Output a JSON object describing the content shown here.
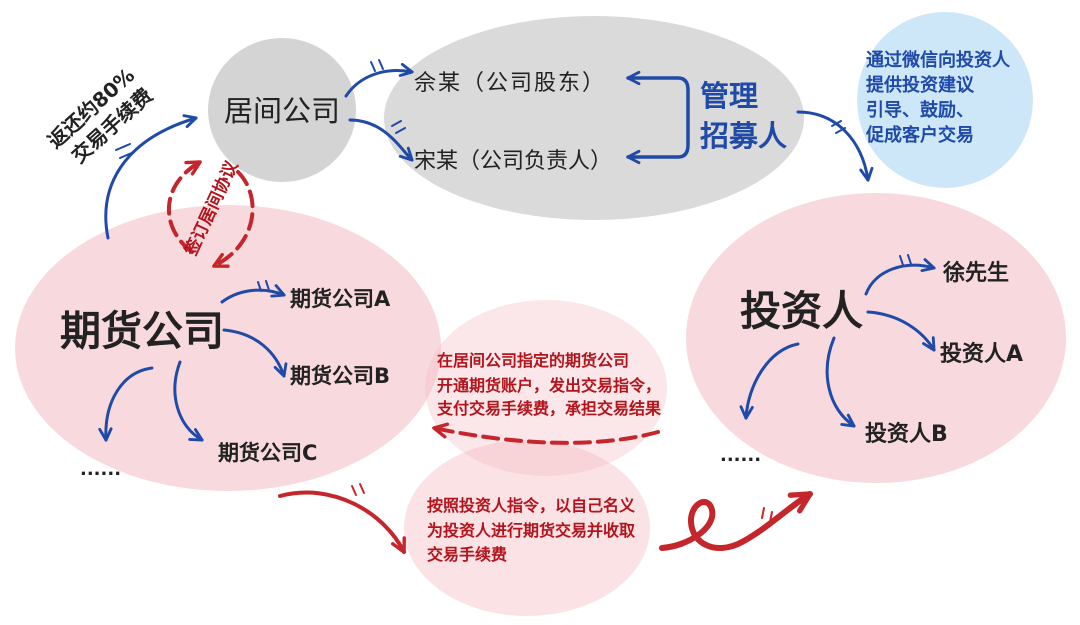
{
  "diagram": {
    "intermediary": {
      "label": "居间公司"
    },
    "principals": {
      "shareholder": "佘某（公司股东）",
      "manager": "宋某（公司负责人）",
      "role": [
        "管理",
        "招募人"
      ]
    },
    "wechat_guidance": [
      "通过微信向投资人",
      "提供投资建议",
      "引导、鼓励、",
      "促成客户交易"
    ],
    "investors": {
      "label": "投资人",
      "members": [
        "徐先生",
        "投资人A",
        "投资人B",
        "......"
      ]
    },
    "futures_companies": {
      "label": "期货公司",
      "members": [
        "期货公司A",
        "期货公司B",
        "期货公司C",
        "......"
      ]
    },
    "flows": {
      "fee_rebate": [
        "返还约80%",
        "交易手续费"
      ],
      "intermediary_agreement": "签订居间协议",
      "investor_actions": [
        "在居间公司指定的期货公司",
        "开通期货账户，发出交易指令，",
        "支付交易手续费，承担交易结果"
      ],
      "futures_actions": [
        "按照投资人指令，以自己名义",
        "为投资人进行期货交易并收取",
        "交易手续费"
      ]
    }
  },
  "colors": {
    "blue": "#1f4aa8",
    "red": "#c4262c",
    "text": "#222222",
    "red_text": "#b3141c",
    "gray": "#d4d4d4",
    "light_blue": "#cde7f8",
    "pink": "#f3bcc3"
  }
}
